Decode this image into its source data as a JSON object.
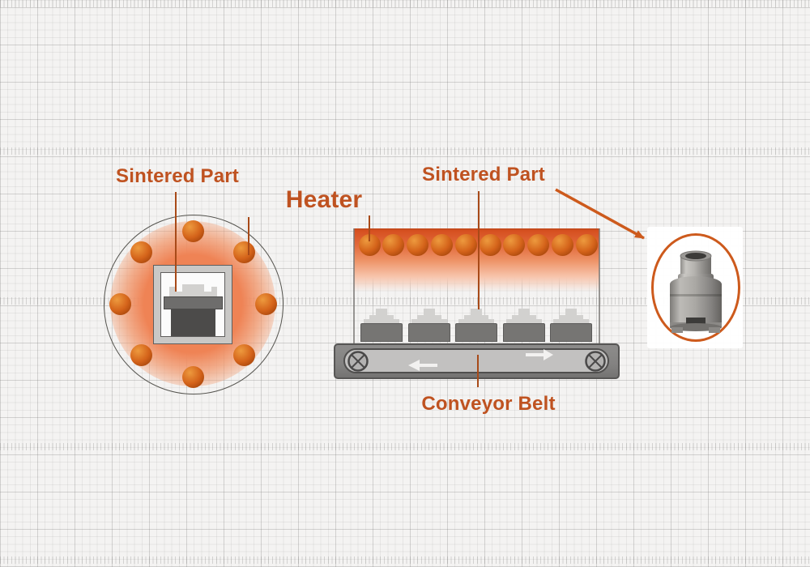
{
  "labels": {
    "left_sintered_part": "Sintered Part",
    "heater": "Heater",
    "right_sintered_part": "Sintered Part",
    "conveyor_belt": "Conveyor Belt"
  },
  "theme": {
    "paper_bg": "#f4f3f2",
    "label_color": "#bf5220",
    "annotation_line_color": "#a84a18",
    "arrow_color": "#cd5a1c",
    "heater_top_color": "#d54e1e",
    "heater_mid_color": "#ee9468",
    "glow_color": "#ef8355",
    "dot_light": "#ed9a3e",
    "dot_mid": "#d4631a",
    "dot_dark": "#a2430a",
    "metal_body_gray": "#767573",
    "metal_dark_gray": "#4c4b4a",
    "metal_light_gray": "#d2d1cf",
    "frame_gray": "#c9c8c6",
    "housing_gray": "#838281",
    "belt_gray": "#c2c1c0",
    "belt_arrow_white": "#f2f1f0"
  },
  "counts": {
    "ring_heater_dots": 8,
    "tunnel_heater_elements": 10,
    "conveyor_parts": 5
  },
  "icons": {
    "conveyor_wheel": "conveyor-wheel-icon",
    "belt_left_arrow": "belt-direction-left-arrow-icon",
    "belt_right_arrow": "belt-direction-right-arrow-icon",
    "pointer_arrow": "sintered-part-pointer-arrow-icon"
  }
}
